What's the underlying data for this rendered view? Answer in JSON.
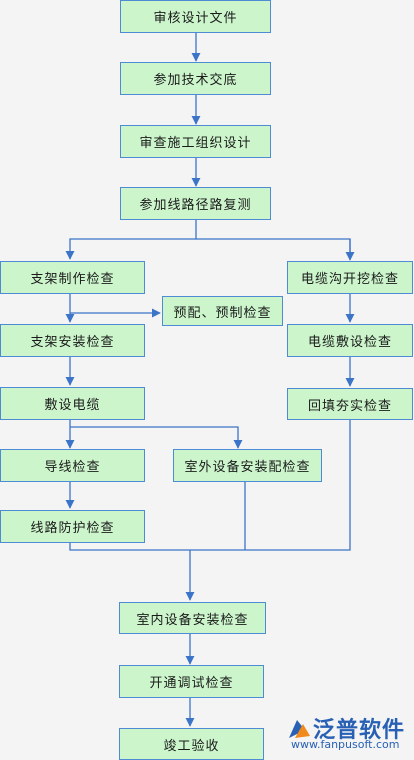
{
  "flow": {
    "step_review_docs": "审核设计文件",
    "step_tech_briefing": "参加技术交底",
    "step_review_org_design": "审查施工组织设计",
    "step_route_survey": "参加线路径路复测",
    "step_bracket_fab_check": "支架制作检查",
    "step_premix_check": "预配、预制检查",
    "step_bracket_install_check": "支架安装检查",
    "step_lay_cable": "敷设电缆",
    "step_wire_check": "导线检查",
    "step_route_protect_check": "线路防护检查",
    "step_outdoor_equipment_check": "室外设备安装配检查",
    "step_cable_trench_check": "电缆沟开挖检查",
    "step_cable_laying_check": "电缆敷设检查",
    "step_backfill_check": "回填夯实检查",
    "step_indoor_equipment_check": "室内设备安装检查",
    "step_commission_check": "开通调试检查",
    "step_final_acceptance": "竣工验收"
  },
  "logo": {
    "brand": "泛普软件",
    "url": "www.fanpusoft.com"
  },
  "colors": {
    "box_fill": "#ccf5cc",
    "box_border": "#4d8bd4",
    "connector": "#3c74c8",
    "background": "#f4f4f4"
  }
}
